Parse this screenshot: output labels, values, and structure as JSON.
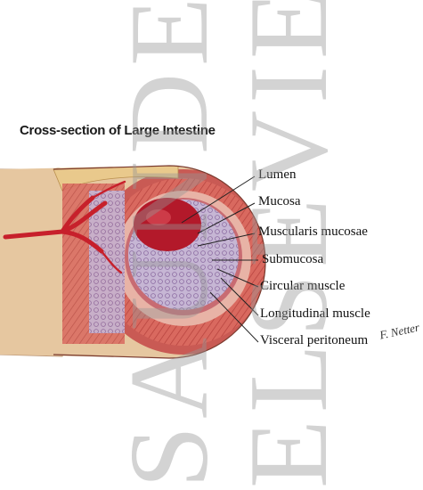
{
  "title": "Cross-section of Large Intestine",
  "labels": {
    "lumen": "Lumen",
    "mucosa": "Mucosa",
    "muscularis_mucosae": "Muscularis mucosae",
    "submucosa": "Submucosa",
    "circular_muscle": "Circular muscle",
    "longitudinal_muscle": "Longitudinal muscle",
    "visceral_peritoneum": "Visceral peritoneum"
  },
  "watermark": {
    "line1": "SAUNDERS",
    "line2": "ELSEVIER"
  },
  "signature": "F. Netter",
  "colors": {
    "tissue_red": "#c8323a",
    "lumen_red": "#b01822",
    "mucosa_lavender": "#b9a9c9",
    "muscle_red": "#d9695f",
    "fat_yellow": "#e8c98a",
    "mesentery_tan": "#e9d2b8",
    "label_text": "#111111",
    "watermark_gray": "#969696"
  }
}
